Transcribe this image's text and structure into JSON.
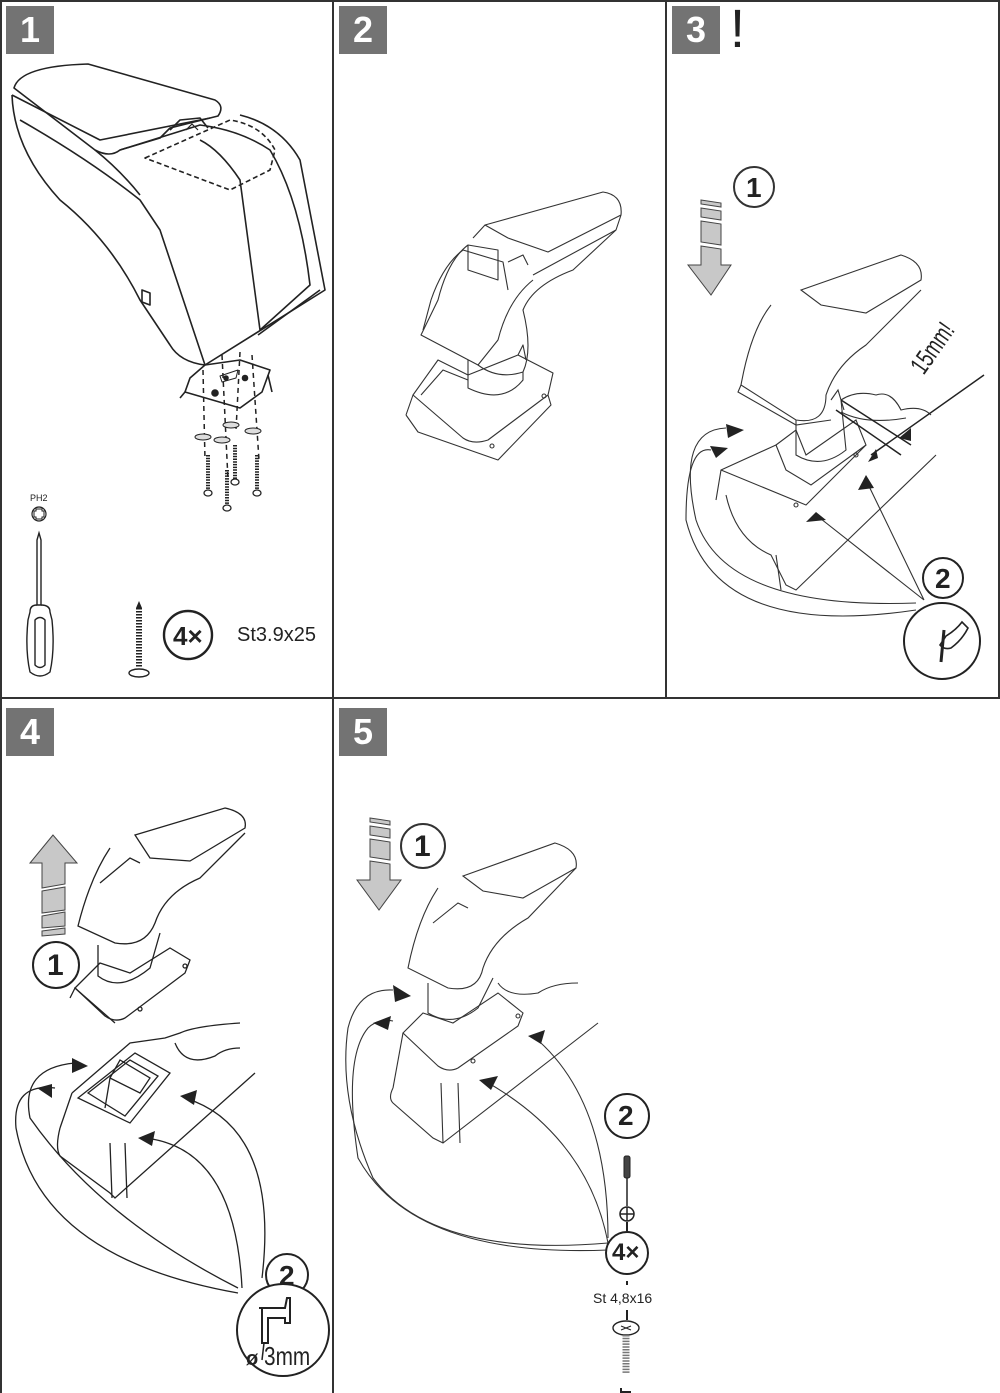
{
  "steps": [
    {
      "number": "1",
      "tool_label": "PH2",
      "quantity": "4×",
      "screw_spec": "St3.9x25"
    },
    {
      "number": "2"
    },
    {
      "number": "3",
      "warning": "!",
      "sub_step_1": "1",
      "sub_step_2": "2",
      "dimension": "15mm!"
    },
    {
      "number": "4",
      "sub_step_1": "1",
      "sub_step_2": "2",
      "drill_size": "3mm",
      "diameter_symbol": "ø"
    },
    {
      "number": "5",
      "sub_step_1": "1",
      "sub_step_2": "2",
      "quantity": "4×",
      "screw_spec": "St 4,8x16"
    }
  ],
  "colors": {
    "step_badge": "#737373",
    "arrow_fill": "#c8c8c8",
    "line": "#222222",
    "grid": "#333333"
  }
}
